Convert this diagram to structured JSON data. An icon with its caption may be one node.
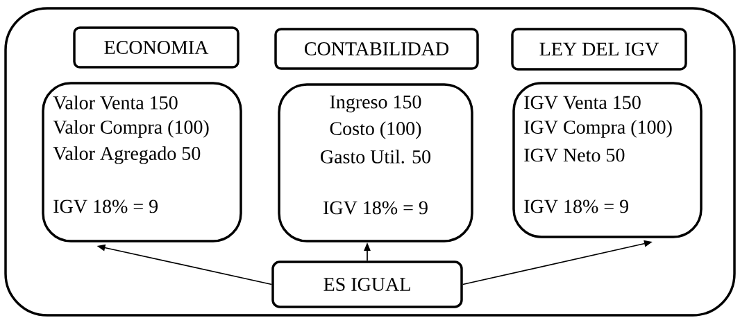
{
  "diagram": {
    "nodes": [
      {
        "text": [],
        "shape": "box"
      },
      {
        "text": [
          "ECONOMIA"
        ],
        "in": 0
      },
      {
        "text": [
          "CONTABILIDAD"
        ],
        "in": 0
      },
      {
        "text": [
          "LEY DEL IGV"
        ],
        "in": 0
      },
      {
        "text": [
          "Valor Venta 150",
          "Valor Compra (100)",
          "Valor Agregado 50",
          "IGV 18% = 9"
        ],
        "in": 0
      },
      {
        "text": [
          "Ingreso 150",
          "Costo (100)",
          "Gasto Util. 50",
          "IGV 18% = 9"
        ],
        "in": 0
      },
      {
        "text": [
          "IGV Venta 150",
          "IGV Compra (100)",
          "IGV Neto 50",
          "IGV 18% = 9"
        ],
        "in": 0
      },
      {
        "text": [
          "ES IGUAL"
        ],
        "in": 0
      }
    ],
    "edges": [
      {
        "from": 7,
        "to": 4,
        "arrow": "to"
      },
      {
        "from": 7,
        "to": 5,
        "arrow": "to"
      },
      {
        "from": 7,
        "to": 6,
        "arrow": "to"
      }
    ]
  }
}
